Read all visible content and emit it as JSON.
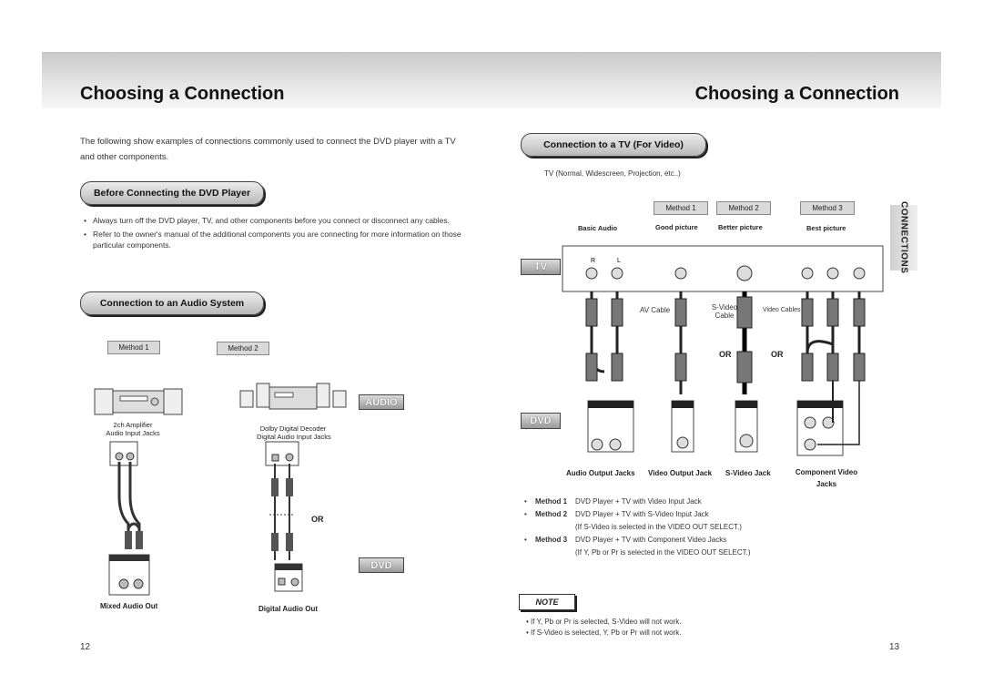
{
  "header": {
    "left_title": "Choosing a Connection",
    "right_title": "Choosing a Connection"
  },
  "left": {
    "intro": "The following show examples of connections commonly used to connect the DVD player with a TV and other components.",
    "before_heading": "Before Connecting the DVD Player",
    "bullets": [
      "Always turn off the DVD player, TV, and other components before you connect or disconnect any cables.",
      "Refer to the owner's manual of the additional components you are connecting for more information on those particular components."
    ],
    "audio_heading": "Connection to an Audio System",
    "method1": "Method 1",
    "method2": "Method 2",
    "audio_tag": "AUDIO",
    "dvd_tag": "DVD",
    "amp_label_1": "2ch Amplifier",
    "amp_label_2": "Audio Input Jacks",
    "dolby_label_1": "Dolby Digital Decoder",
    "dolby_label_2": "Digital Audio Input Jacks",
    "or": "OR",
    "mixed_out": "Mixed Audio Out",
    "digital_out": "Digital Audio Out",
    "page": "12"
  },
  "right": {
    "tv_heading": "Connection to a TV (For Video)",
    "tv_types": "TV (Normal, Widescreen, Projection, etc..)",
    "method1": "Method 1",
    "method2": "Method 2",
    "method3": "Method 3",
    "basic_audio": "Basic Audio",
    "good_picture": "Good picture",
    "better_picture": "Better picture",
    "best_picture": "Best picture",
    "tv_tag": "TV",
    "dvd_tag": "DVD",
    "av_cable": "AV Cable",
    "svideo_cable": "S-Video Cable",
    "video_cables": "Video Cables",
    "or1": "OR",
    "or2": "OR",
    "audio_output": "Audio Output Jacks",
    "video_output": "Video Output Jack",
    "svideo_jack": "S-Video Jack",
    "component_video": "Component Video Jacks",
    "method_lines": [
      {
        "bullet": "•",
        "method": "Method 1",
        "text": "DVD Player + TV with Video Input Jack"
      },
      {
        "bullet": "•",
        "method": "Method 2",
        "text": "DVD Player + TV with S-Video Input Jack"
      },
      {
        "bullet": "",
        "method": "",
        "text": "(If S-Video is selected in the VIDEO OUT SELECT.)"
      },
      {
        "bullet": "•",
        "method": "Method 3",
        "text": "DVD Player + TV with Component Video Jacks"
      },
      {
        "bullet": "",
        "method": "",
        "text": "(If Y, Pb or Pr is selected in the VIDEO OUT SELECT.)"
      }
    ],
    "note_label": "NOTE",
    "notes": [
      "If Y, Pb or Pr is selected, S-Video will not work.",
      "If S-Video is selected, Y, Pb or Pr will not work."
    ],
    "side_tab": "CONNECTIONS",
    "page": "13"
  }
}
